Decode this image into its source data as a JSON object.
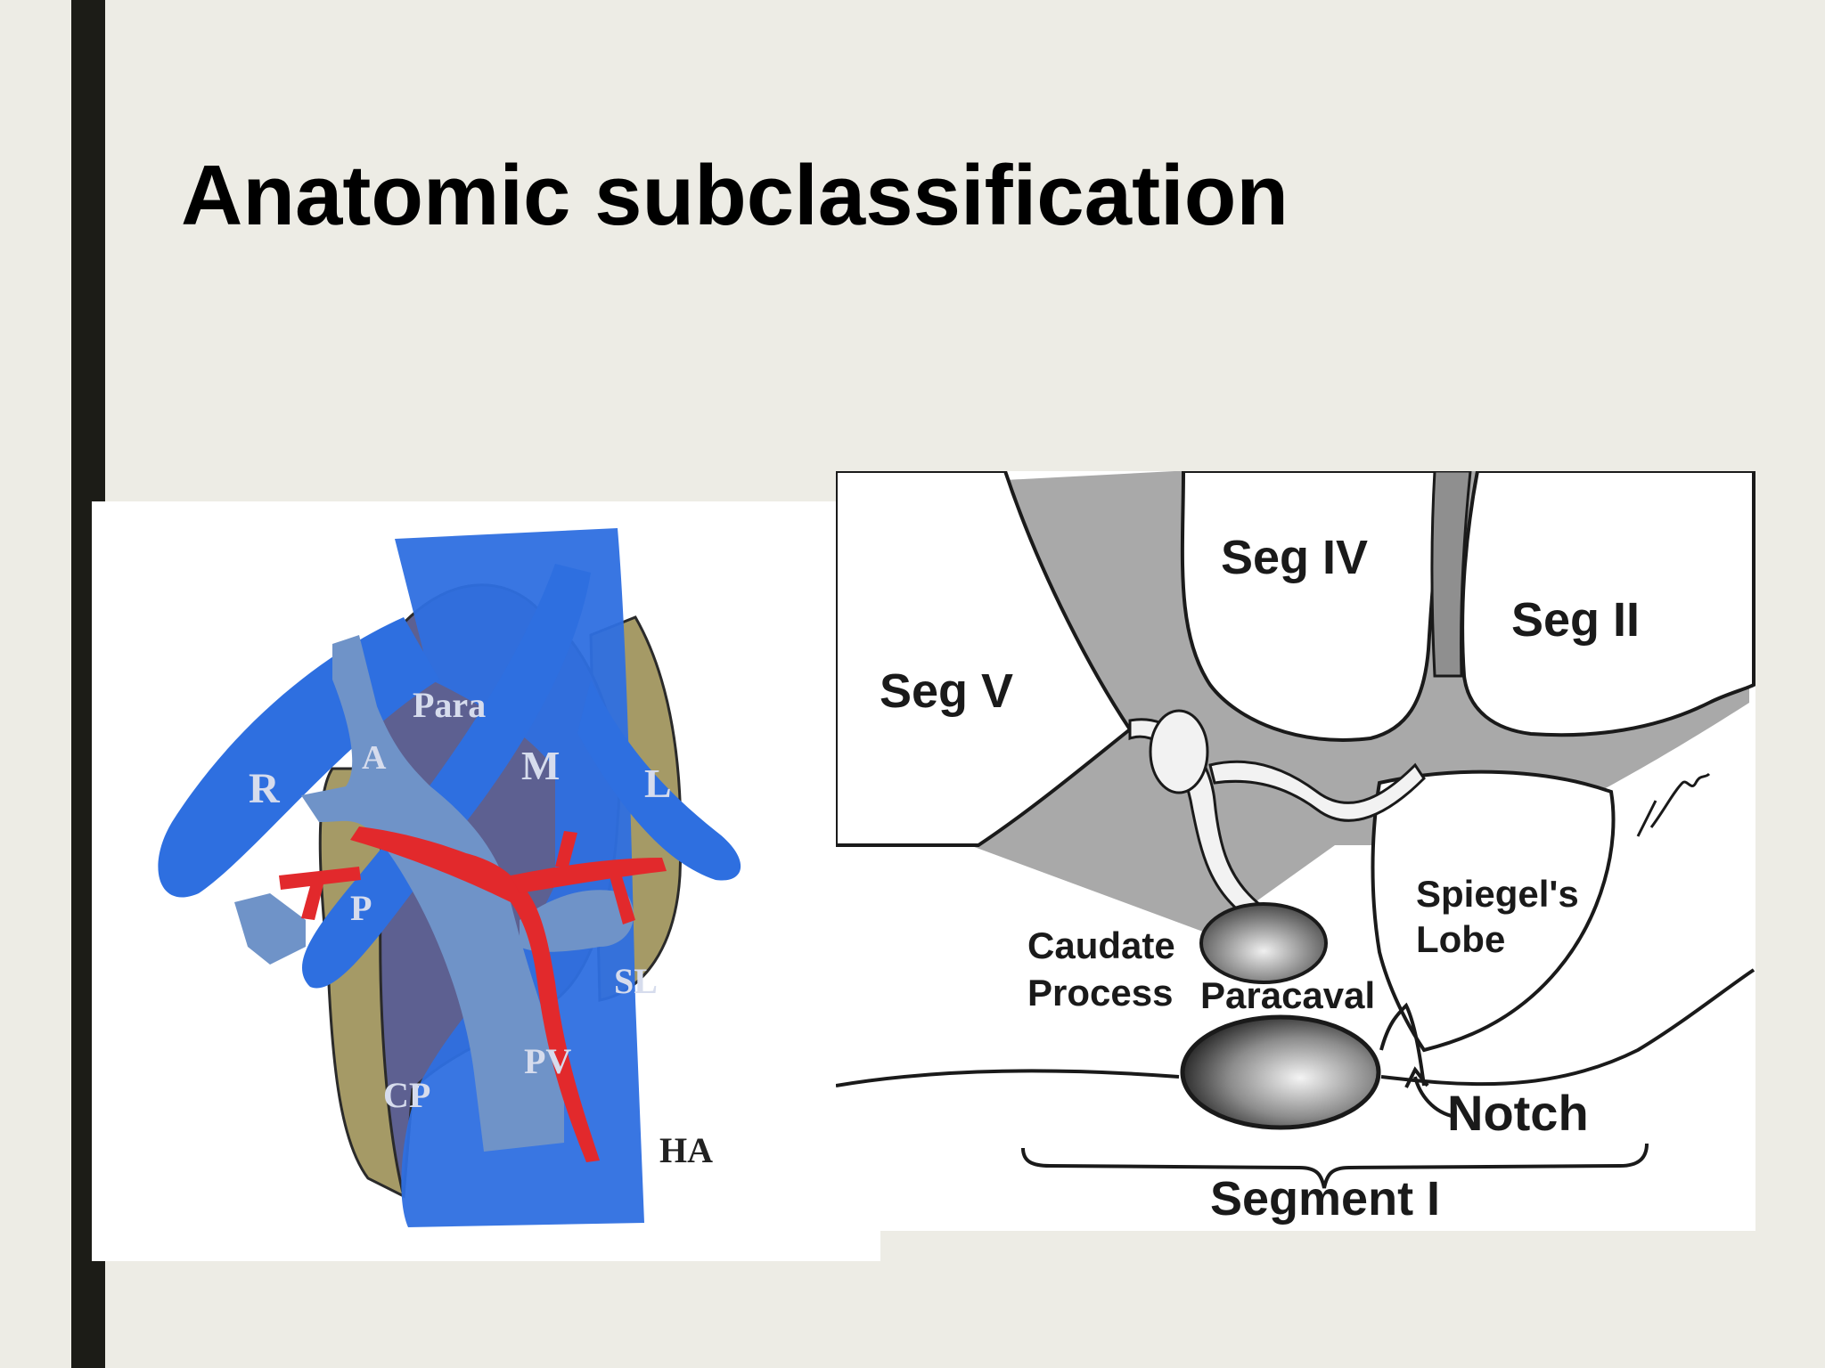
{
  "slide": {
    "title": "Anatomic subclassification"
  },
  "left_diagram": {
    "labels": {
      "para": "Para",
      "m": "M",
      "r": "R",
      "a": "A",
      "l": "L",
      "p": "P",
      "sl": "SL",
      "cp": "CP",
      "pv": "PV",
      "ha": "HA"
    },
    "colors": {
      "vein_blue": "#2e6fe0",
      "portal_light_blue": "#6f93c8",
      "lobe_purple": "#5d6091",
      "lobe_olive": "#a59a66",
      "artery_red": "#e2292c"
    }
  },
  "right_diagram": {
    "labels": {
      "seg_iv": "Seg IV",
      "seg_ii": "Seg II",
      "seg_v": "Seg V",
      "spiegel_1": "Spiegel's",
      "spiegel_2": "Lobe",
      "caudate_1": "Caudate",
      "caudate_2": "Process",
      "paracaval": "Paracaval",
      "notch": "Notch",
      "segment_i": "Segment I"
    }
  }
}
